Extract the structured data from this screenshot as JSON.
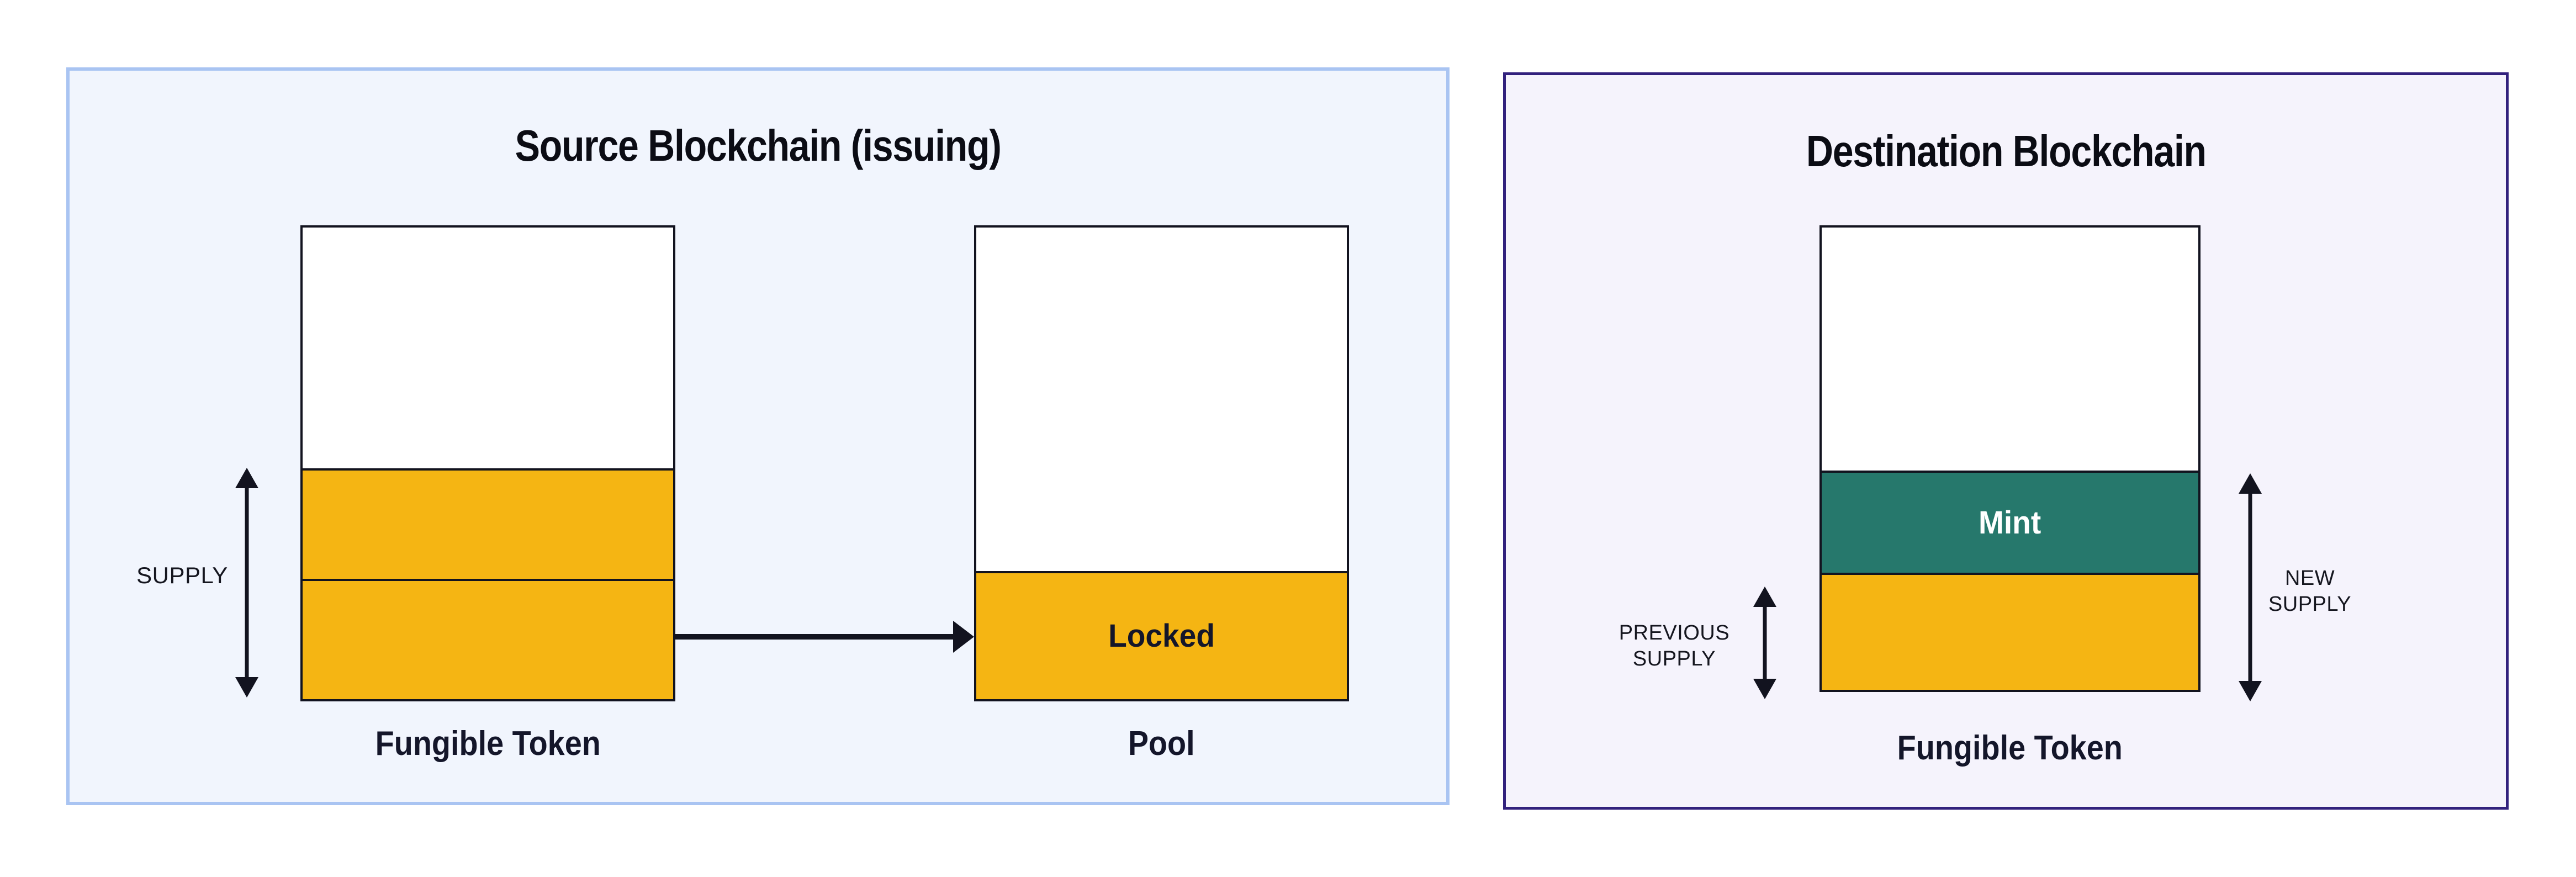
{
  "colors": {
    "page_bg": "#ffffff",
    "source_bg": "#f1f5fd",
    "source_border": "#a9c4f2",
    "dest_bg": "#f5f3fc",
    "dest_border": "#32217d",
    "yellow": "#f5b513",
    "teal": "#26786c",
    "ink": "#12131f"
  },
  "source_panel": {
    "title": "Source Blockchain (issuing)",
    "supply_label": "SUPPLY",
    "fungible_token_bar": {
      "caption": "Fungible Token"
    },
    "pool_bar": {
      "caption": "Pool",
      "locked_label": "Locked"
    }
  },
  "destination_panel": {
    "title": "Destination Blockchain",
    "bar": {
      "caption": "Fungible Token",
      "mint_label": "Mint"
    },
    "previous_supply_label": {
      "line1": "PREVIOUS",
      "line2": "SUPPLY"
    },
    "new_supply_label": {
      "line1": "NEW",
      "line2": "SUPPLY"
    }
  }
}
